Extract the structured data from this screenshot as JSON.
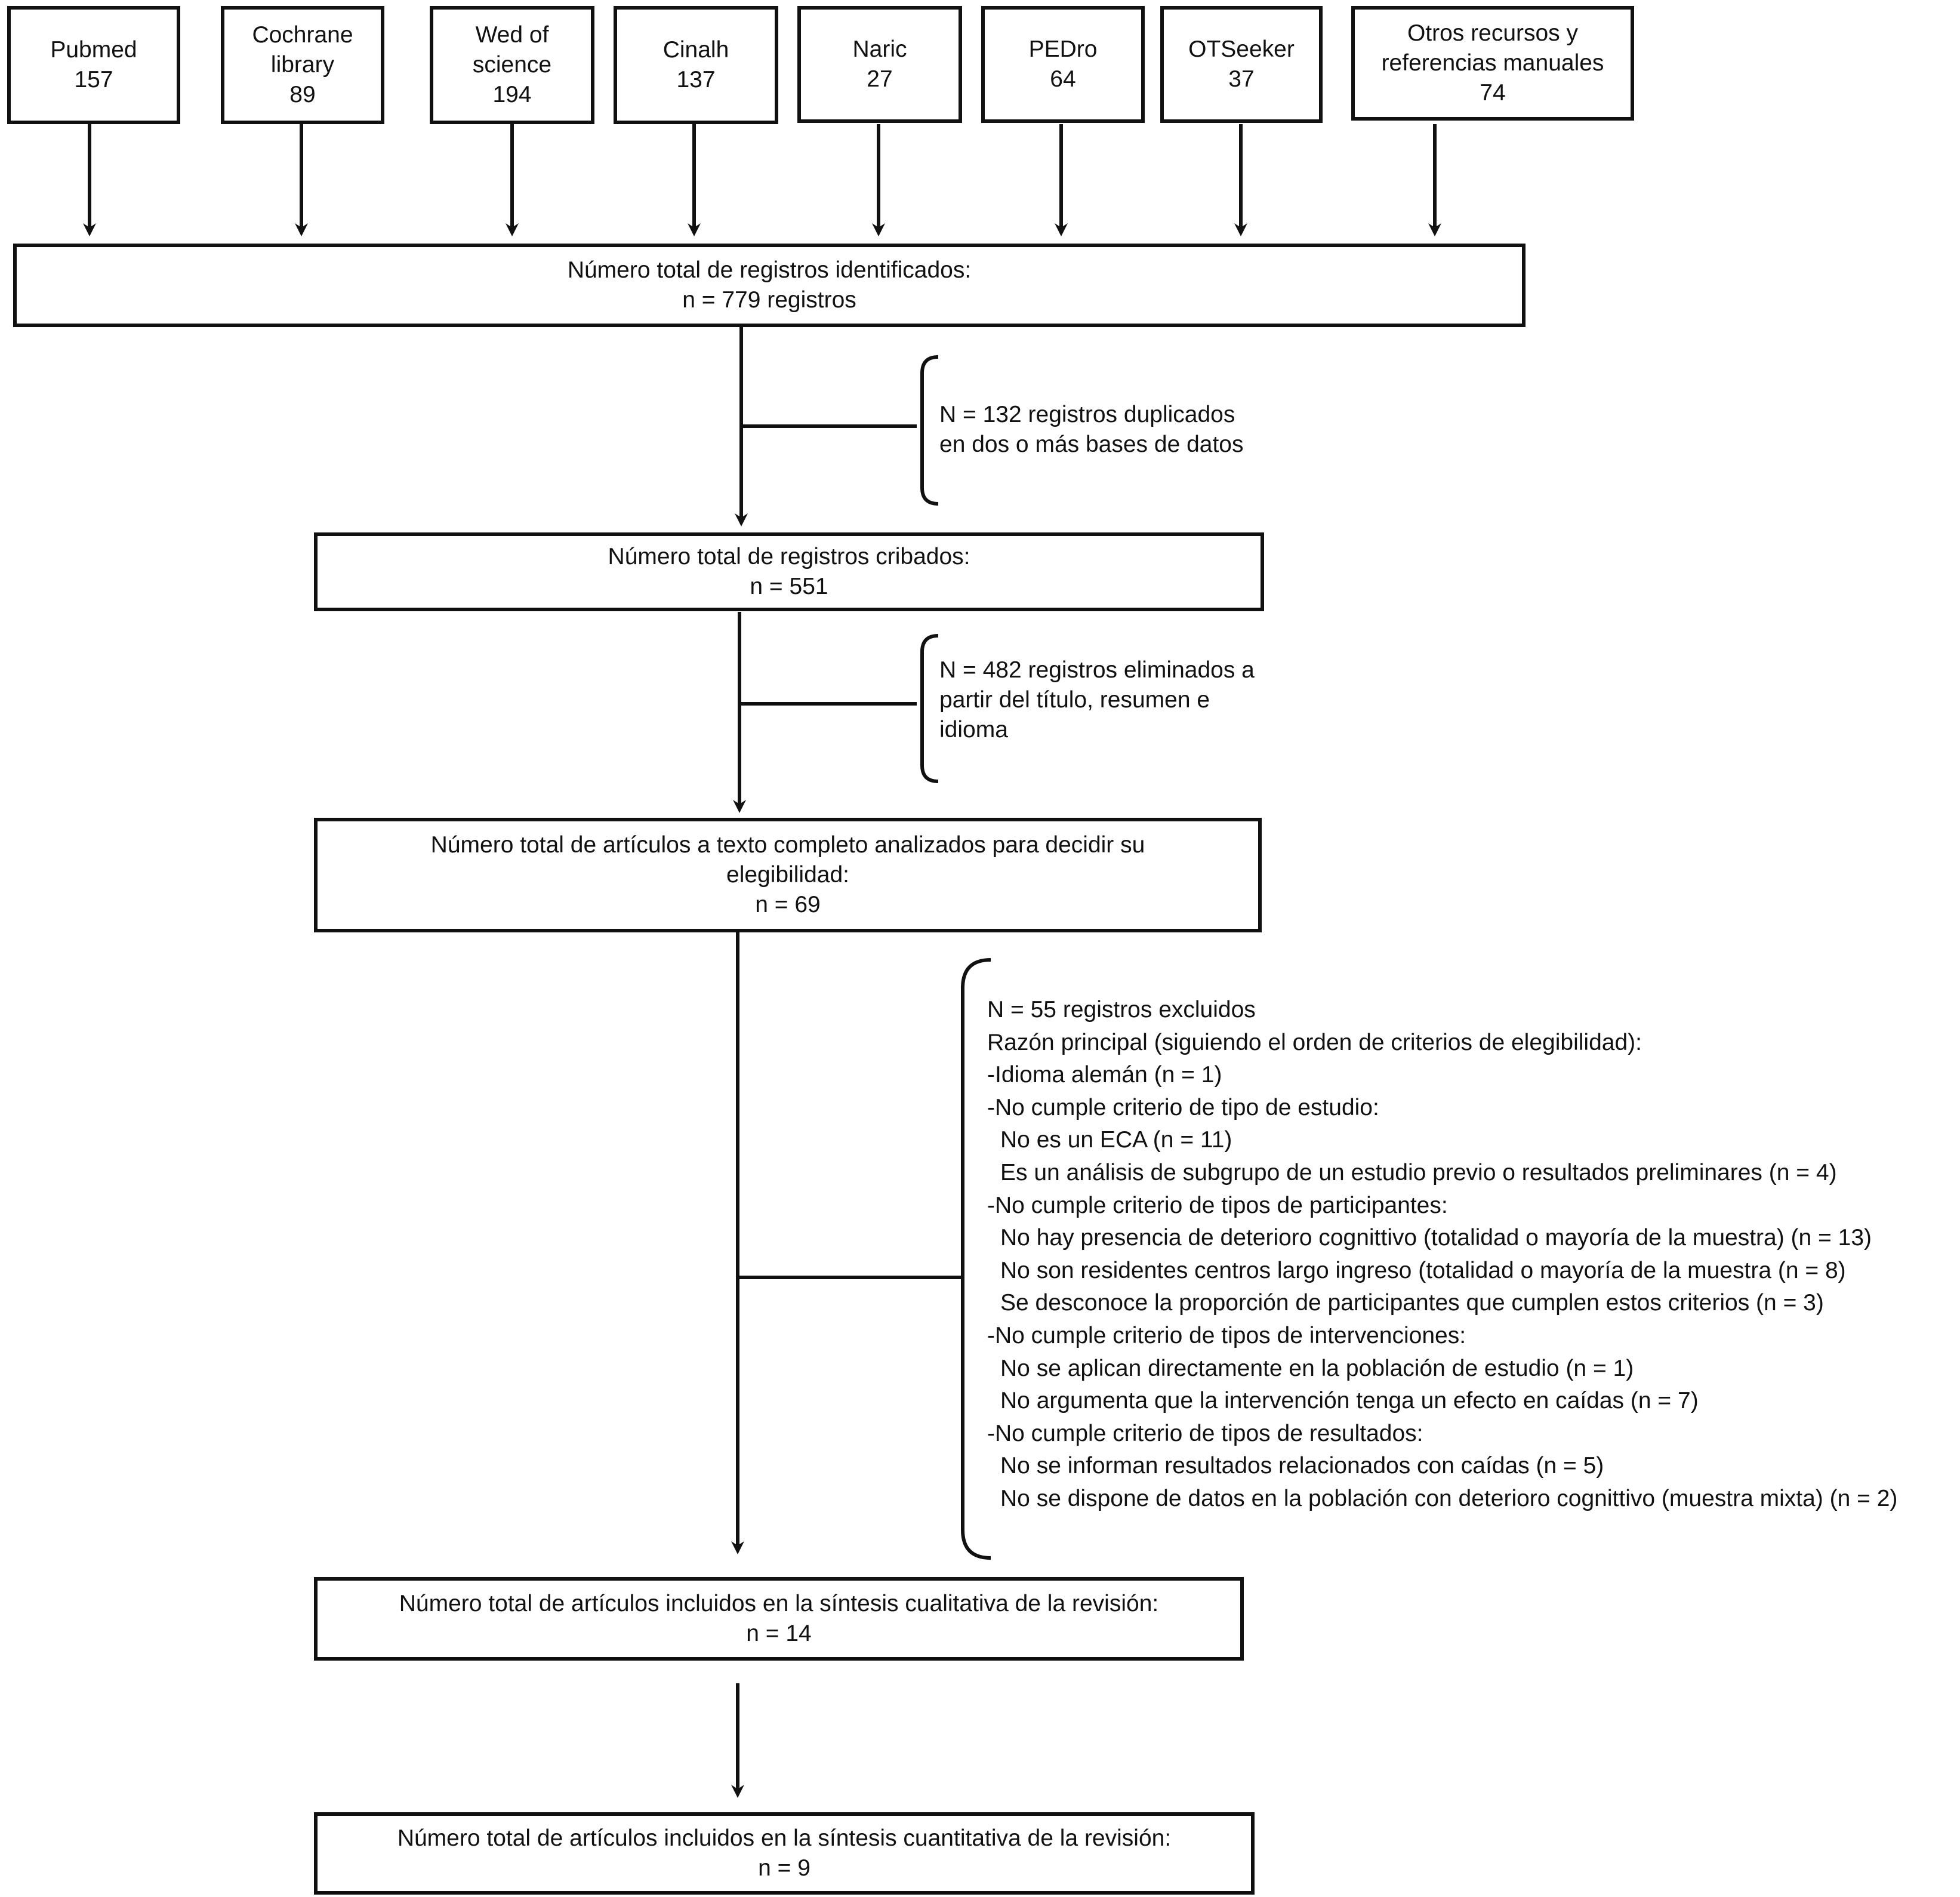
{
  "sources": [
    {
      "lines": [
        "Pubmed",
        "157"
      ]
    },
    {
      "lines": [
        "Cochrane",
        "library",
        "89"
      ]
    },
    {
      "lines": [
        "Wed of",
        "science",
        "194"
      ]
    },
    {
      "lines": [
        "Cinalh",
        "137"
      ]
    },
    {
      "lines": [
        "Naric",
        "27"
      ]
    },
    {
      "lines": [
        "PEDro",
        "64"
      ]
    },
    {
      "lines": [
        "OTSeeker",
        "37"
      ]
    },
    {
      "lines": [
        "Otros recursos y",
        "referencias manuales",
        "74"
      ]
    }
  ],
  "identified": {
    "label": "Número total de registros identificados:",
    "n": "n = 779 registros"
  },
  "duplicates": {
    "lines": [
      "N = 132 registros duplicados",
      "en dos o más bases de datos"
    ]
  },
  "screened": {
    "label": "Número total de registros cribados:",
    "n": "n = 551"
  },
  "removed": {
    "lines": [
      "N = 482 registros eliminados a",
      "partir del título, resumen e",
      "idioma"
    ]
  },
  "fulltext": {
    "label_1": "Número total de artículos a texto completo analizados para decidir su",
    "label_2": "elegibilidad:",
    "n": "n = 69"
  },
  "excluded": {
    "lines": [
      "N = 55 registros excluidos",
      "Razón principal (siguiendo el orden de criterios de elegibilidad):",
      "-Idioma alemán (n = 1)",
      "-No cumple criterio de tipo de estudio:",
      "No es un ECA (n = 11)",
      "Es un análisis de subgrupo de un estudio previo o resultados preliminares (n = 4)",
      "-No cumple criterio de tipos de participantes:",
      "No hay presencia de deterioro cognittivo (totalidad o mayoría de la muestra) (n = 13)",
      "No son residentes centros largo ingreso (totalidad o mayoría de la muestra (n = 8)",
      "Se desconoce la proporción de participantes que cumplen estos criterios (n = 3)",
      "-No cumple criterio de tipos de intervenciones:",
      "No se aplican directamente en la población de estudio (n = 1)",
      "No argumenta que la intervención tenga un efecto en caídas (n = 7)",
      "-No cumple criterio de tipos de resultados:",
      "No se informan resultados relacionados con caídas (n = 5)",
      "No se dispone de datos en la población con deterioro cognittivo (muestra mixta) (n = 2)"
    ]
  },
  "qualitative": {
    "label": "Número total de artículos incluidos en la síntesis cualitativa de la revisión:",
    "n": "n = 14"
  },
  "quantitative": {
    "label": "Número total de artículos incluidos en la síntesis cuantitativa de la revisión:",
    "n": "n = 9"
  }
}
